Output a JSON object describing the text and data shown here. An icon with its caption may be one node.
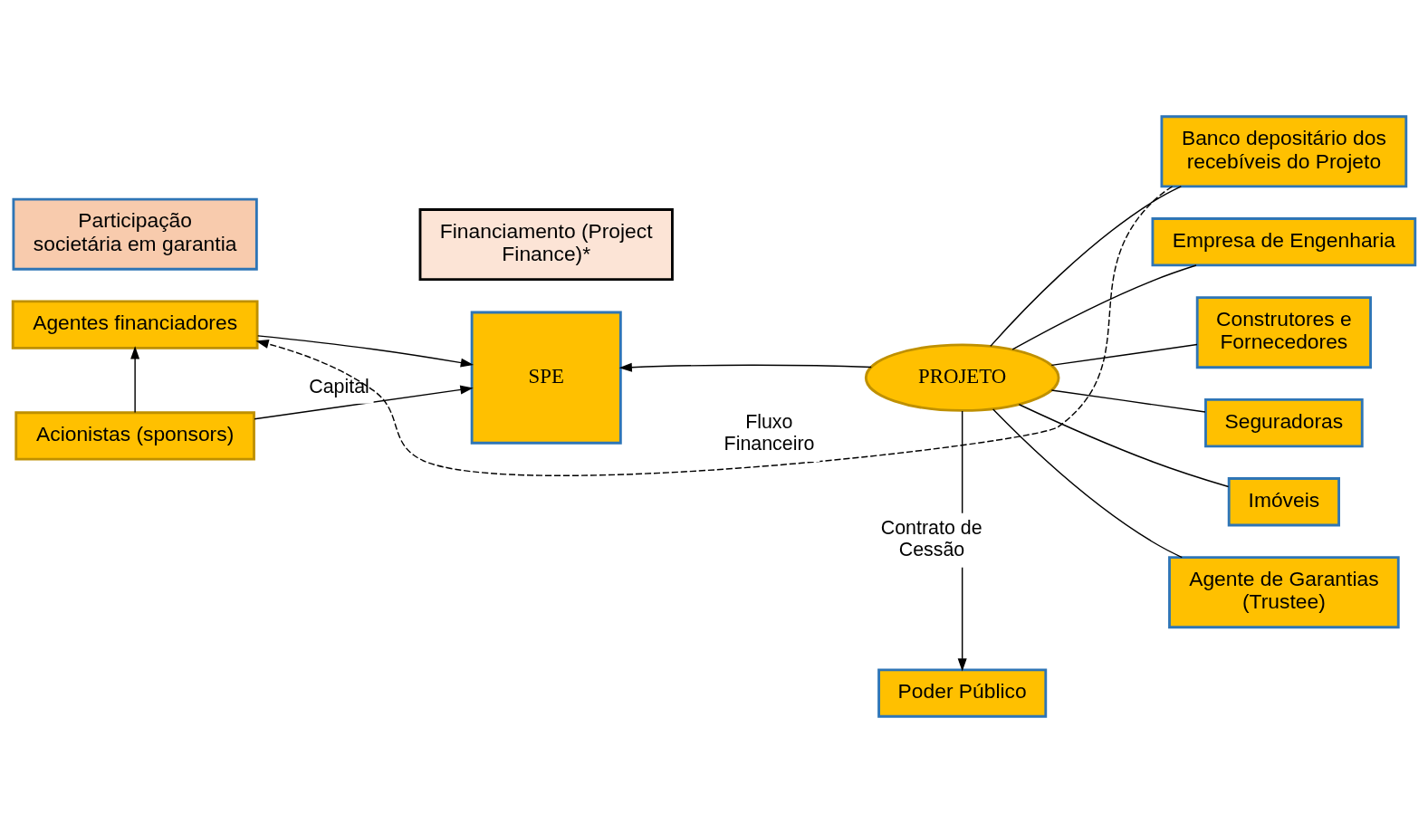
{
  "diagram": {
    "nodes": [
      {
        "text": [
          "Agentes financiadores"
        ]
      },
      {
        "text": [
          "Financiamento (Project Finance)*"
        ]
      },
      {
        "text": [
          "Participação societária em garantia"
        ]
      },
      {
        "text": [
          "SPE"
        ]
      },
      {
        "text": [
          "PROJETO"
        ]
      },
      {
        "text": [
          "Acionistas (sponsors)"
        ]
      },
      {
        "text": [
          "Poder Público"
        ]
      },
      {
        "text": [
          "Banco depositário dos recebíveis do Projeto"
        ]
      },
      {
        "text": [
          "Empresa de Engenharia"
        ]
      },
      {
        "text": [
          "Construtores e Fornecedores"
        ]
      },
      {
        "text": [
          "Seguradoras"
        ]
      },
      {
        "text": [
          "Imóveis"
        ]
      },
      {
        "text": [
          "Agente de Garantias (Trustee)"
        ]
      }
    ],
    "edges": [
      {
        "from": 7,
        "to": 0,
        "arrow": "to",
        "style": "dashed",
        "label": "Fluxo Financeiro"
      },
      {
        "from": 0,
        "to": 3,
        "arrow": "to"
      },
      {
        "from": 5,
        "to": 0,
        "arrow": "to"
      },
      {
        "from": 5,
        "to": 3,
        "arrow": "to",
        "label": "Capital"
      },
      {
        "from": 4,
        "to": 3,
        "arrow": "to"
      },
      {
        "from": 4,
        "to": 6,
        "arrow": "to",
        "label": "Contrato de Cessão"
      },
      {
        "from": 4,
        "to": 7,
        "arrow": "none"
      },
      {
        "from": 4,
        "to": 8,
        "arrow": "none"
      },
      {
        "from": 4,
        "to": 9,
        "arrow": "none"
      },
      {
        "from": 4,
        "to": 10,
        "arrow": "none"
      },
      {
        "from": 4,
        "to": 11,
        "arrow": "none"
      },
      {
        "from": 4,
        "to": 12,
        "arrow": "none"
      }
    ]
  }
}
